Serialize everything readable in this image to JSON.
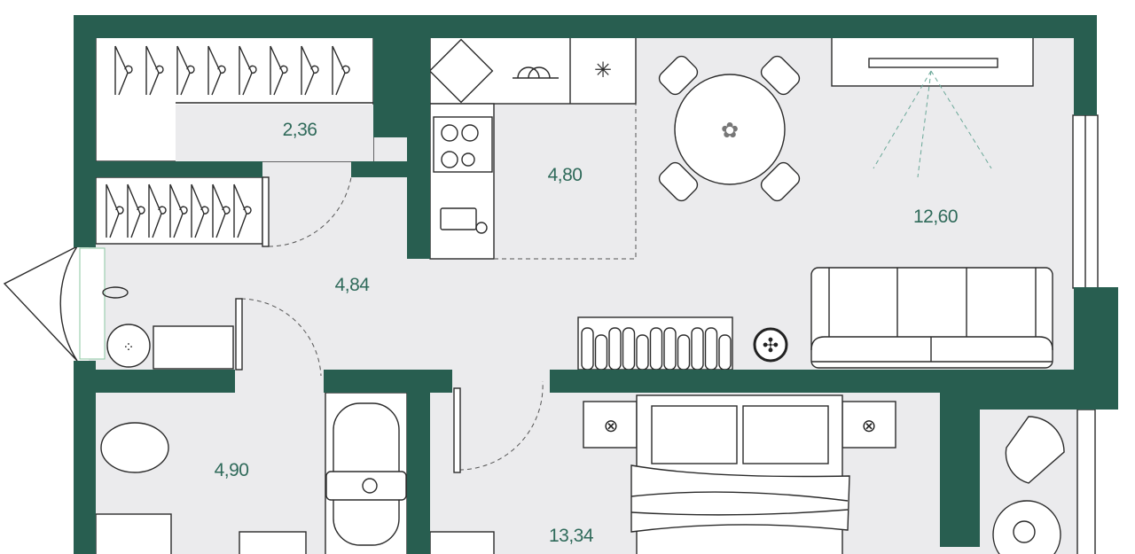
{
  "plan": {
    "rooms": [
      {
        "id": "wardrobe",
        "area": "2,36"
      },
      {
        "id": "kitchen",
        "area": "4,80"
      },
      {
        "id": "living-room",
        "area": "12,60"
      },
      {
        "id": "hallway",
        "area": "4,84"
      },
      {
        "id": "bathroom",
        "area": "4,90"
      },
      {
        "id": "bedroom",
        "area": "13,34"
      }
    ],
    "colors": {
      "wall": "#285e50",
      "floor": "#ebebed",
      "label": "#2f6a5a"
    }
  }
}
